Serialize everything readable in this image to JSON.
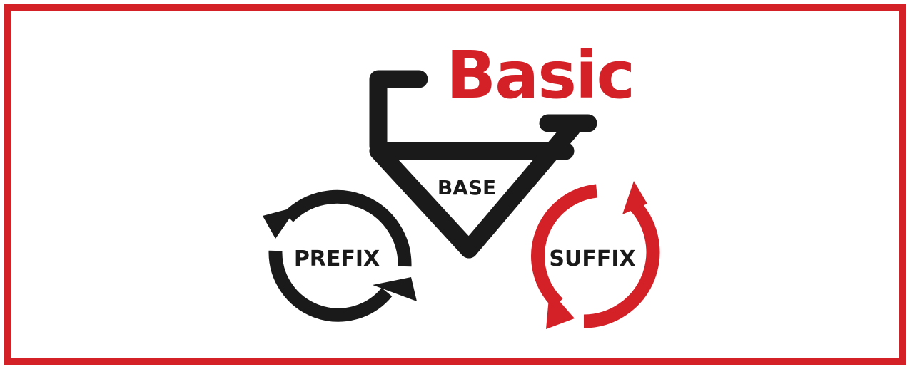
{
  "title": "Basic",
  "labels": {
    "base": "BASE",
    "prefix": "PREFIX",
    "suffix": "SUFFIX"
  },
  "colors": {
    "accent": "#d42027",
    "ink": "#1a1a1a",
    "background": "#ffffff"
  },
  "icons": [
    "bicycle-frame-icon",
    "cycle-arrows-icon"
  ]
}
